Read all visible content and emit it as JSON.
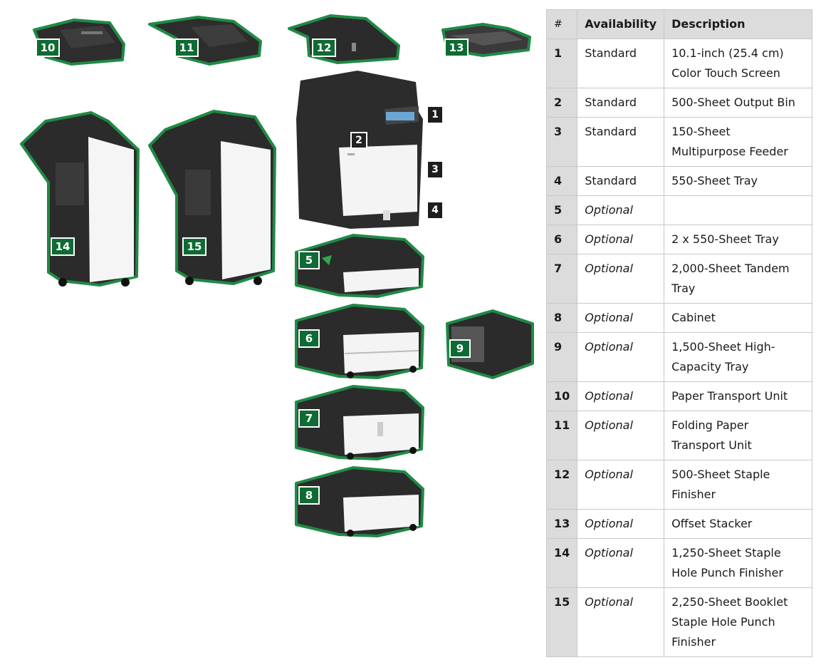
{
  "table": {
    "headers": {
      "num": "#",
      "availability": "Availability",
      "description": "Description"
    },
    "rows": [
      {
        "num": "1",
        "availability": "Standard",
        "description": "10.1-inch (25.4 cm) Color Touch Screen"
      },
      {
        "num": "2",
        "availability": "Standard",
        "description": "500-Sheet Output Bin"
      },
      {
        "num": "3",
        "availability": "Standard",
        "description": "150-Sheet Multipurpose Feeder"
      },
      {
        "num": "4",
        "availability": "Standard",
        "description": "550-Sheet Tray"
      },
      {
        "num": "5",
        "availability": "Optional",
        "description": ""
      },
      {
        "num": "6",
        "availability": "Optional",
        "description": "2 x 550-Sheet Tray"
      },
      {
        "num": "7",
        "availability": "Optional",
        "description": "2,000-Sheet Tandem Tray"
      },
      {
        "num": "8",
        "availability": "Optional",
        "description": "Cabinet"
      },
      {
        "num": "9",
        "availability": "Optional",
        "description": "1,500-Sheet High-Capacity Tray"
      },
      {
        "num": "10",
        "availability": "Optional",
        "description": "Paper Transport Unit"
      },
      {
        "num": "11",
        "availability": "Optional",
        "description": "Folding Paper Transport Unit"
      },
      {
        "num": "12",
        "availability": "Optional",
        "description": "500-Sheet Staple Finisher"
      },
      {
        "num": "13",
        "availability": "Optional",
        "description": "Offset Stacker"
      },
      {
        "num": "14",
        "availability": "Optional",
        "description": "1,250-Sheet Staple Hole Punch Finisher"
      },
      {
        "num": "15",
        "availability": "Optional",
        "description": "2,250-Sheet Booklet Staple Hole Punch Finisher"
      }
    ]
  },
  "callouts": {
    "c1": "1",
    "c2": "2",
    "c3": "3",
    "c4": "4",
    "c5": "5",
    "c6": "6",
    "c7": "7",
    "c8": "8",
    "c9": "9",
    "c10": "10",
    "c11": "11",
    "c12": "12",
    "c13": "13",
    "c14": "14",
    "c15": "15"
  },
  "colors": {
    "accent_green": "#0e6b34",
    "outline_green": "#1f8a45",
    "device_dark": "#2b2b2b",
    "device_light": "#f2f2f2",
    "header_gray": "#dcdcdc"
  }
}
